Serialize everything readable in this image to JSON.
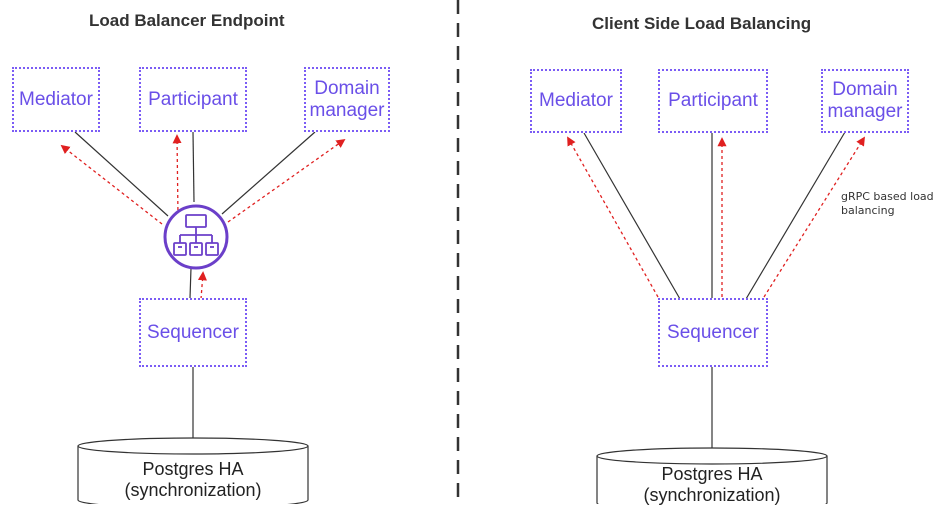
{
  "left": {
    "title": "Load Balancer Endpoint",
    "nodes": {
      "mediator": "Mediator",
      "participant": "Participant",
      "domain_manager_line1": "Domain",
      "domain_manager_line2": "manager",
      "sequencer": "Sequencer"
    },
    "database": {
      "line1": "Postgres HA",
      "line2": "(synchronization)"
    },
    "load_balancer_icon": "network-hierarchy-icon"
  },
  "right": {
    "title": "Client Side Load Balancing",
    "nodes": {
      "mediator": "Mediator",
      "participant": "Participant",
      "domain_manager_line1": "Domain",
      "domain_manager_line2": "manager",
      "sequencer": "Sequencer"
    },
    "database": {
      "line1": "Postgres HA",
      "line2": "(synchronization)"
    },
    "annotation_line1": "gRPC based load",
    "annotation_line2": "balancing"
  },
  "colors": {
    "node_border": "#7b5cf5",
    "node_text": "#6a4fe8",
    "arrow": "#e02020",
    "connector": "#333333",
    "divider": "#333333"
  }
}
